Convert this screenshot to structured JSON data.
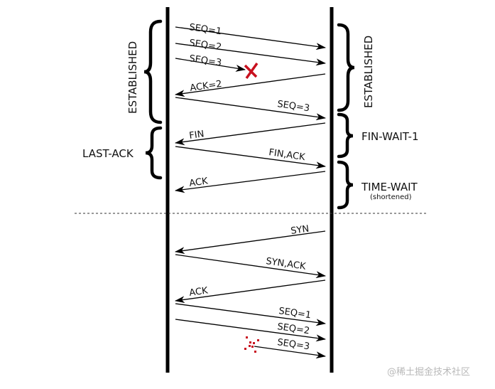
{
  "left_states": {
    "established": "ESTABLISHED",
    "last_ack": "LAST-ACK"
  },
  "right_states": {
    "established": "ESTABLISHED",
    "fin_wait_1": "FIN-WAIT-1",
    "time_wait": "TIME-WAIT",
    "time_wait_note": "(shortened)"
  },
  "messages": {
    "seq1_a": "SEQ=1",
    "seq2_a": "SEQ=2",
    "seq3_a": "SEQ=3",
    "ack2": "ACK=2",
    "seq3_retx": "SEQ=3",
    "fin": "FIN",
    "fin_ack": "FIN,ACK",
    "ack_a": "ACK",
    "syn": "SYN",
    "syn_ack": "SYN,ACK",
    "ack_b": "ACK",
    "seq1_b": "SEQ=1",
    "seq2_b": "SEQ=2",
    "seq3_b": "SEQ=3"
  },
  "colors": {
    "lost": "#c8101e",
    "line": "#000000"
  },
  "watermark": "@稀土掘金技术社区"
}
